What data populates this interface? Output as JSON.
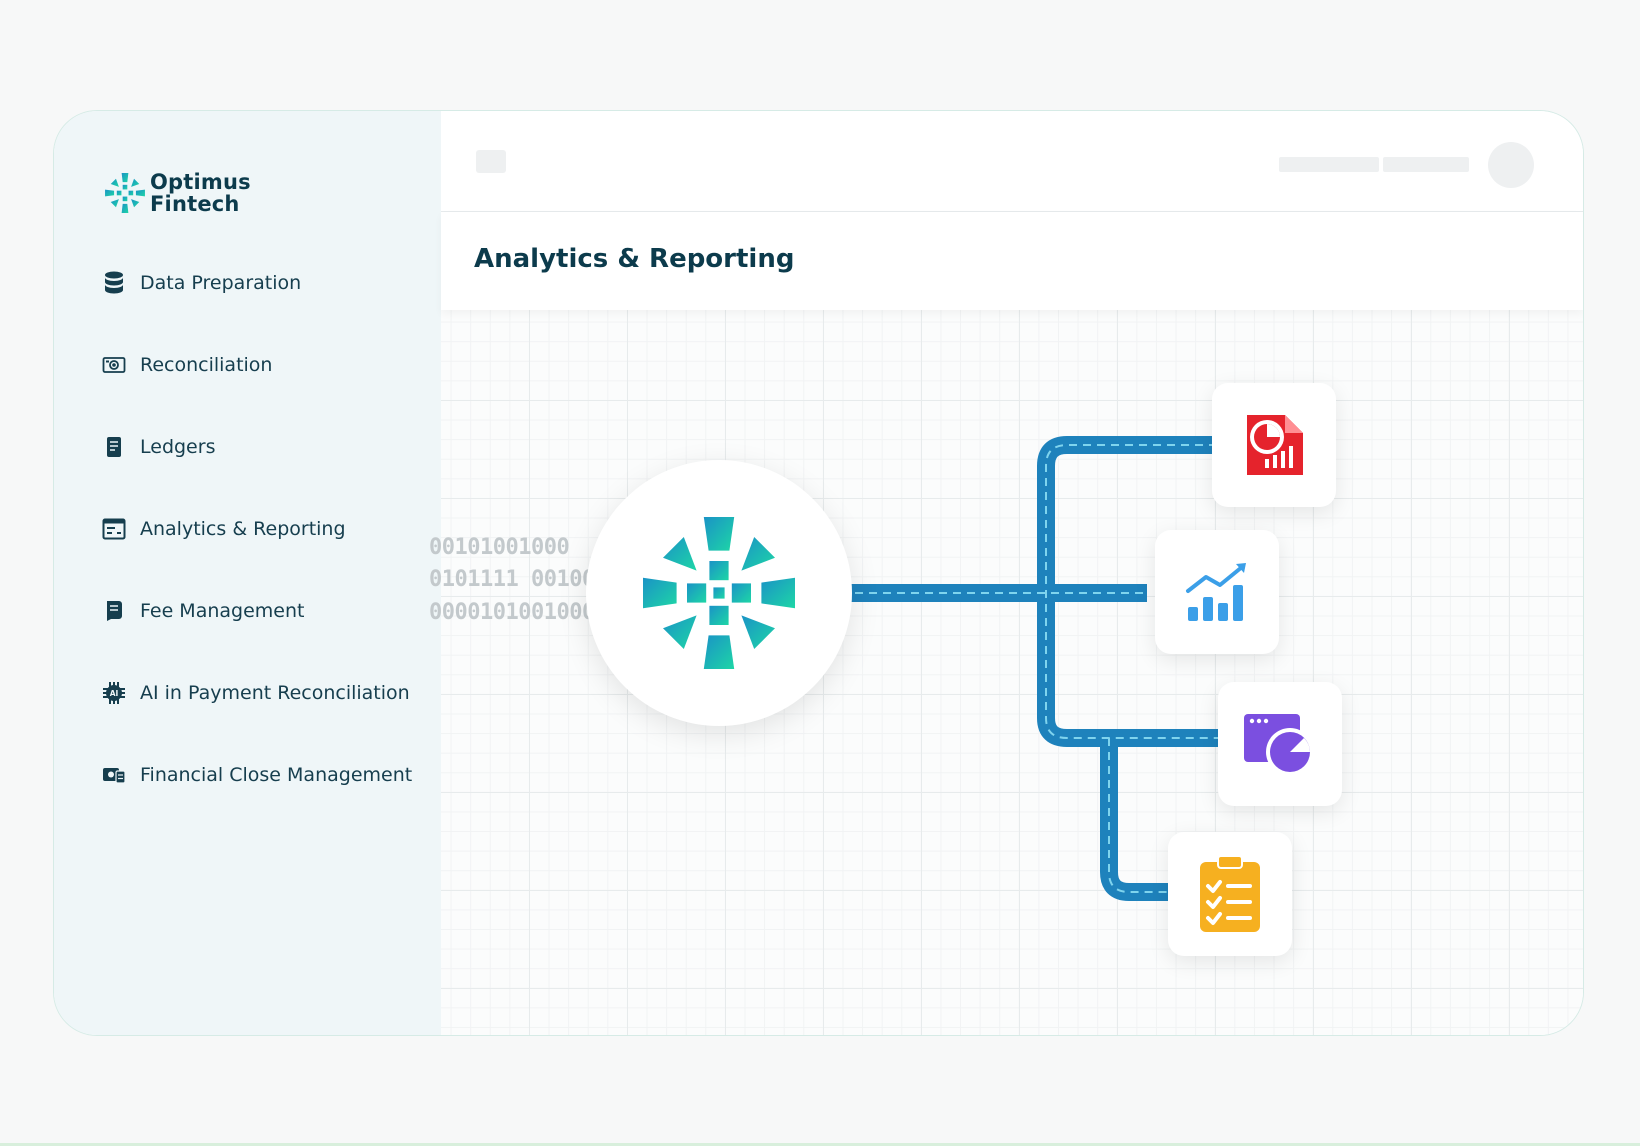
{
  "brand": {
    "line1": "Optimus",
    "line2": "Fintech"
  },
  "colors": {
    "accent": "#1e88c4",
    "teal": "#12b4a4",
    "navy": "#0c3b4c"
  },
  "sidebar": {
    "items": [
      {
        "label": "Data Preparation",
        "icon": "database-icon"
      },
      {
        "label": "Reconciliation",
        "icon": "camera-icon"
      },
      {
        "label": "Ledgers",
        "icon": "ledger-icon"
      },
      {
        "label": "Analytics & Reporting",
        "icon": "analytics-icon"
      },
      {
        "label": "Fee Management",
        "icon": "fee-icon"
      },
      {
        "label": "AI in Payment Reconciliation",
        "icon": "ai-chip-icon"
      },
      {
        "label": "Financial Close Management",
        "icon": "financial-close-icon"
      }
    ]
  },
  "main": {
    "title": "Analytics & Reporting",
    "binary": [
      "00101001000",
      "0101111 00100",
      "0000101001000"
    ],
    "cards": [
      {
        "icon": "pdf-report-icon",
        "color": "#e5232c"
      },
      {
        "icon": "bar-chart-icon",
        "color": "#3b9fe8"
      },
      {
        "icon": "dashboard-pie-icon",
        "color": "#7b4fe0"
      },
      {
        "icon": "checklist-icon",
        "color": "#f6b020"
      }
    ]
  }
}
